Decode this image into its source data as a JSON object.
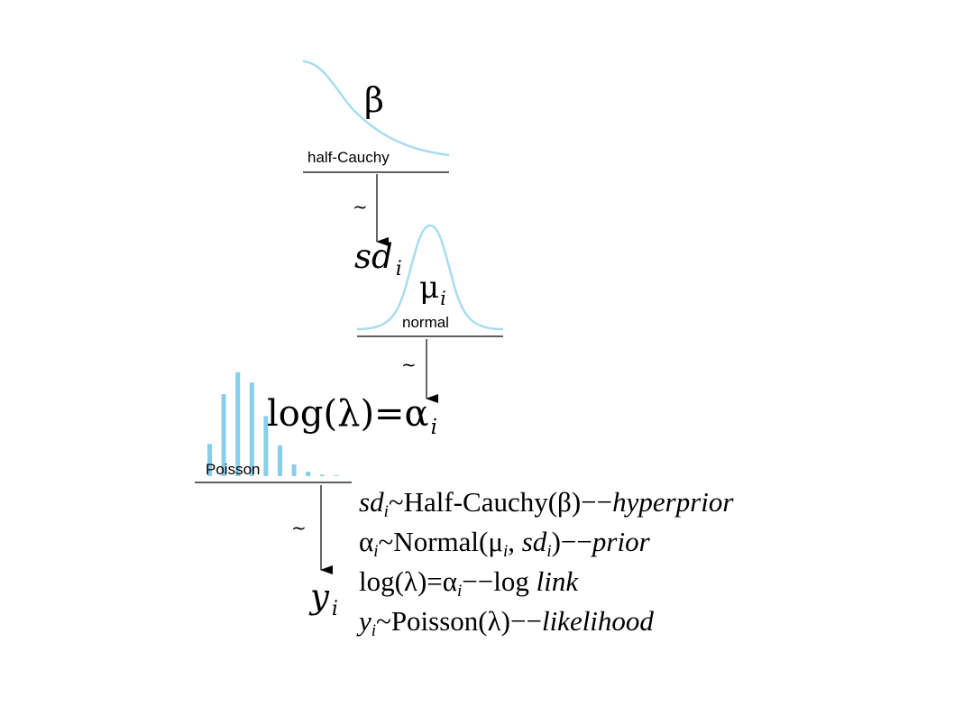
{
  "nodes": {
    "beta": {
      "symbol": "β",
      "distribution": "half-Cauchy"
    },
    "sd": {
      "symbol": "sd",
      "subscript": "i"
    },
    "mu": {
      "symbol": "μ",
      "subscript": "i",
      "distribution": "normal"
    },
    "alpha": {
      "lhs": "log(λ)=α",
      "subscript": "i",
      "distribution": "Poisson"
    },
    "y": {
      "symbol": "y",
      "subscript": "i"
    }
  },
  "tilde": "~",
  "poisson_bars": [
    0.22,
    0.56,
    0.71,
    0.64,
    0.41,
    0.21,
    0.08,
    0.03,
    0.01,
    0.005
  ],
  "colors": {
    "curve": "#a9dcef",
    "bars": "#87ceeb",
    "arrow": "#000000"
  },
  "equations": [
    {
      "lhs": "sd",
      "sub": "i",
      "rel": "~Half-Cauchy(β)−−",
      "tag": "hyperprior"
    },
    {
      "lhs": "α",
      "sub": "i",
      "rel": "~Normal(μ",
      "sub2": "i",
      "mid": ", ",
      "lhs2": "sd",
      "sub3": "i",
      "tail": ")−−",
      "tag": "prior"
    },
    {
      "lhs": "log(λ)=α",
      "sub": "i",
      "rel": "−−log ",
      "tag": "link"
    },
    {
      "lhs": "y",
      "sub": "i",
      "rel": "~Poisson(λ)−−",
      "tag": "likelihood"
    }
  ]
}
